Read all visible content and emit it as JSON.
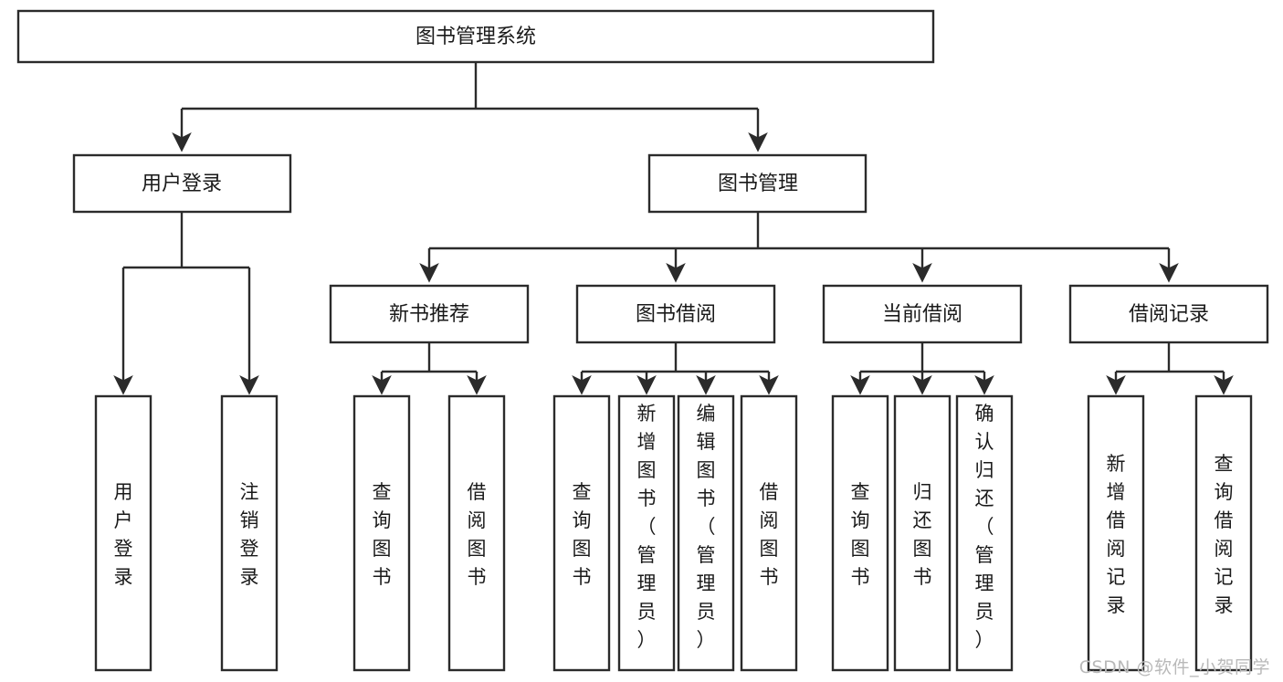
{
  "diagram": {
    "type": "tree-hierarchy",
    "title": "图书管理系统",
    "orientation": "top-down",
    "levels": 4,
    "root": {
      "id": "root",
      "label": "图书管理系统",
      "text_orientation": "horizontal"
    },
    "level2": [
      {
        "id": "user-login",
        "label": "用户登录",
        "text_orientation": "horizontal"
      },
      {
        "id": "book-manage",
        "label": "图书管理",
        "text_orientation": "horizontal"
      }
    ],
    "level3": [
      {
        "id": "new-book-rec",
        "label": "新书推荐",
        "parent": "book-manage",
        "text_orientation": "horizontal"
      },
      {
        "id": "book-borrow",
        "label": "图书借阅",
        "parent": "book-manage",
        "text_orientation": "horizontal"
      },
      {
        "id": "current-borrow",
        "label": "当前借阅",
        "parent": "book-manage",
        "text_orientation": "horizontal"
      },
      {
        "id": "borrow-record",
        "label": "借阅记录",
        "parent": "book-manage",
        "text_orientation": "horizontal"
      }
    ],
    "leaves": [
      {
        "id": "leaf-user-login",
        "parent": "user-login",
        "label": "用户登录",
        "chars": [
          "用",
          "户",
          "登",
          "录"
        ]
      },
      {
        "id": "leaf-user-logout",
        "parent": "user-login",
        "label": "注销登录",
        "chars": [
          "注",
          "销",
          "登",
          "录"
        ]
      },
      {
        "id": "leaf-rec-query-book",
        "parent": "new-book-rec",
        "label": "查询图书",
        "chars": [
          "查",
          "询",
          "图",
          "书"
        ]
      },
      {
        "id": "leaf-rec-borrow-book",
        "parent": "new-book-rec",
        "label": "借阅图书",
        "chars": [
          "借",
          "阅",
          "图",
          "书"
        ]
      },
      {
        "id": "leaf-borrow-query-book",
        "parent": "book-borrow",
        "label": "查询图书",
        "chars": [
          "查",
          "询",
          "图",
          "书"
        ]
      },
      {
        "id": "leaf-borrow-add-book",
        "parent": "book-borrow",
        "label": "新增图书（管理员）",
        "chars": [
          "新",
          "增",
          "图",
          "书",
          "（",
          "管",
          "理",
          "员",
          "）"
        ]
      },
      {
        "id": "leaf-borrow-edit-book",
        "parent": "book-borrow",
        "label": "编辑图书（管理员）",
        "chars": [
          "编",
          "辑",
          "图",
          "书",
          "（",
          "管",
          "理",
          "员",
          "）"
        ]
      },
      {
        "id": "leaf-borrow-borrow-book",
        "parent": "book-borrow",
        "label": "借阅图书",
        "chars": [
          "借",
          "阅",
          "图",
          "书"
        ]
      },
      {
        "id": "leaf-cur-query-book",
        "parent": "current-borrow",
        "label": "查询图书",
        "chars": [
          "查",
          "询",
          "图",
          "书"
        ]
      },
      {
        "id": "leaf-cur-return-book",
        "parent": "current-borrow",
        "label": "归还图书",
        "chars": [
          "归",
          "还",
          "图",
          "书"
        ]
      },
      {
        "id": "leaf-cur-confirm-return",
        "parent": "current-borrow",
        "label": "确认归还（管理员）",
        "chars": [
          "确",
          "认",
          "归",
          "还",
          "（",
          "管",
          "理",
          "员",
          "）"
        ]
      },
      {
        "id": "leaf-rec-add-record",
        "parent": "borrow-record",
        "label": "新增借阅记录",
        "chars": [
          "新",
          "增",
          "借",
          "阅",
          "记",
          "录"
        ]
      },
      {
        "id": "leaf-rec-query-record",
        "parent": "borrow-record",
        "label": "查询借阅记录",
        "chars": [
          "查",
          "询",
          "借",
          "阅",
          "记",
          "录"
        ]
      }
    ]
  },
  "watermark": {
    "text": "CSDN @软件_小贺同学"
  },
  "colors": {
    "stroke": "#2b2b2b",
    "fill": "#ffffff",
    "text": "#1a1a1a",
    "watermark": "#b9b9b9",
    "background": "#ffffff"
  }
}
